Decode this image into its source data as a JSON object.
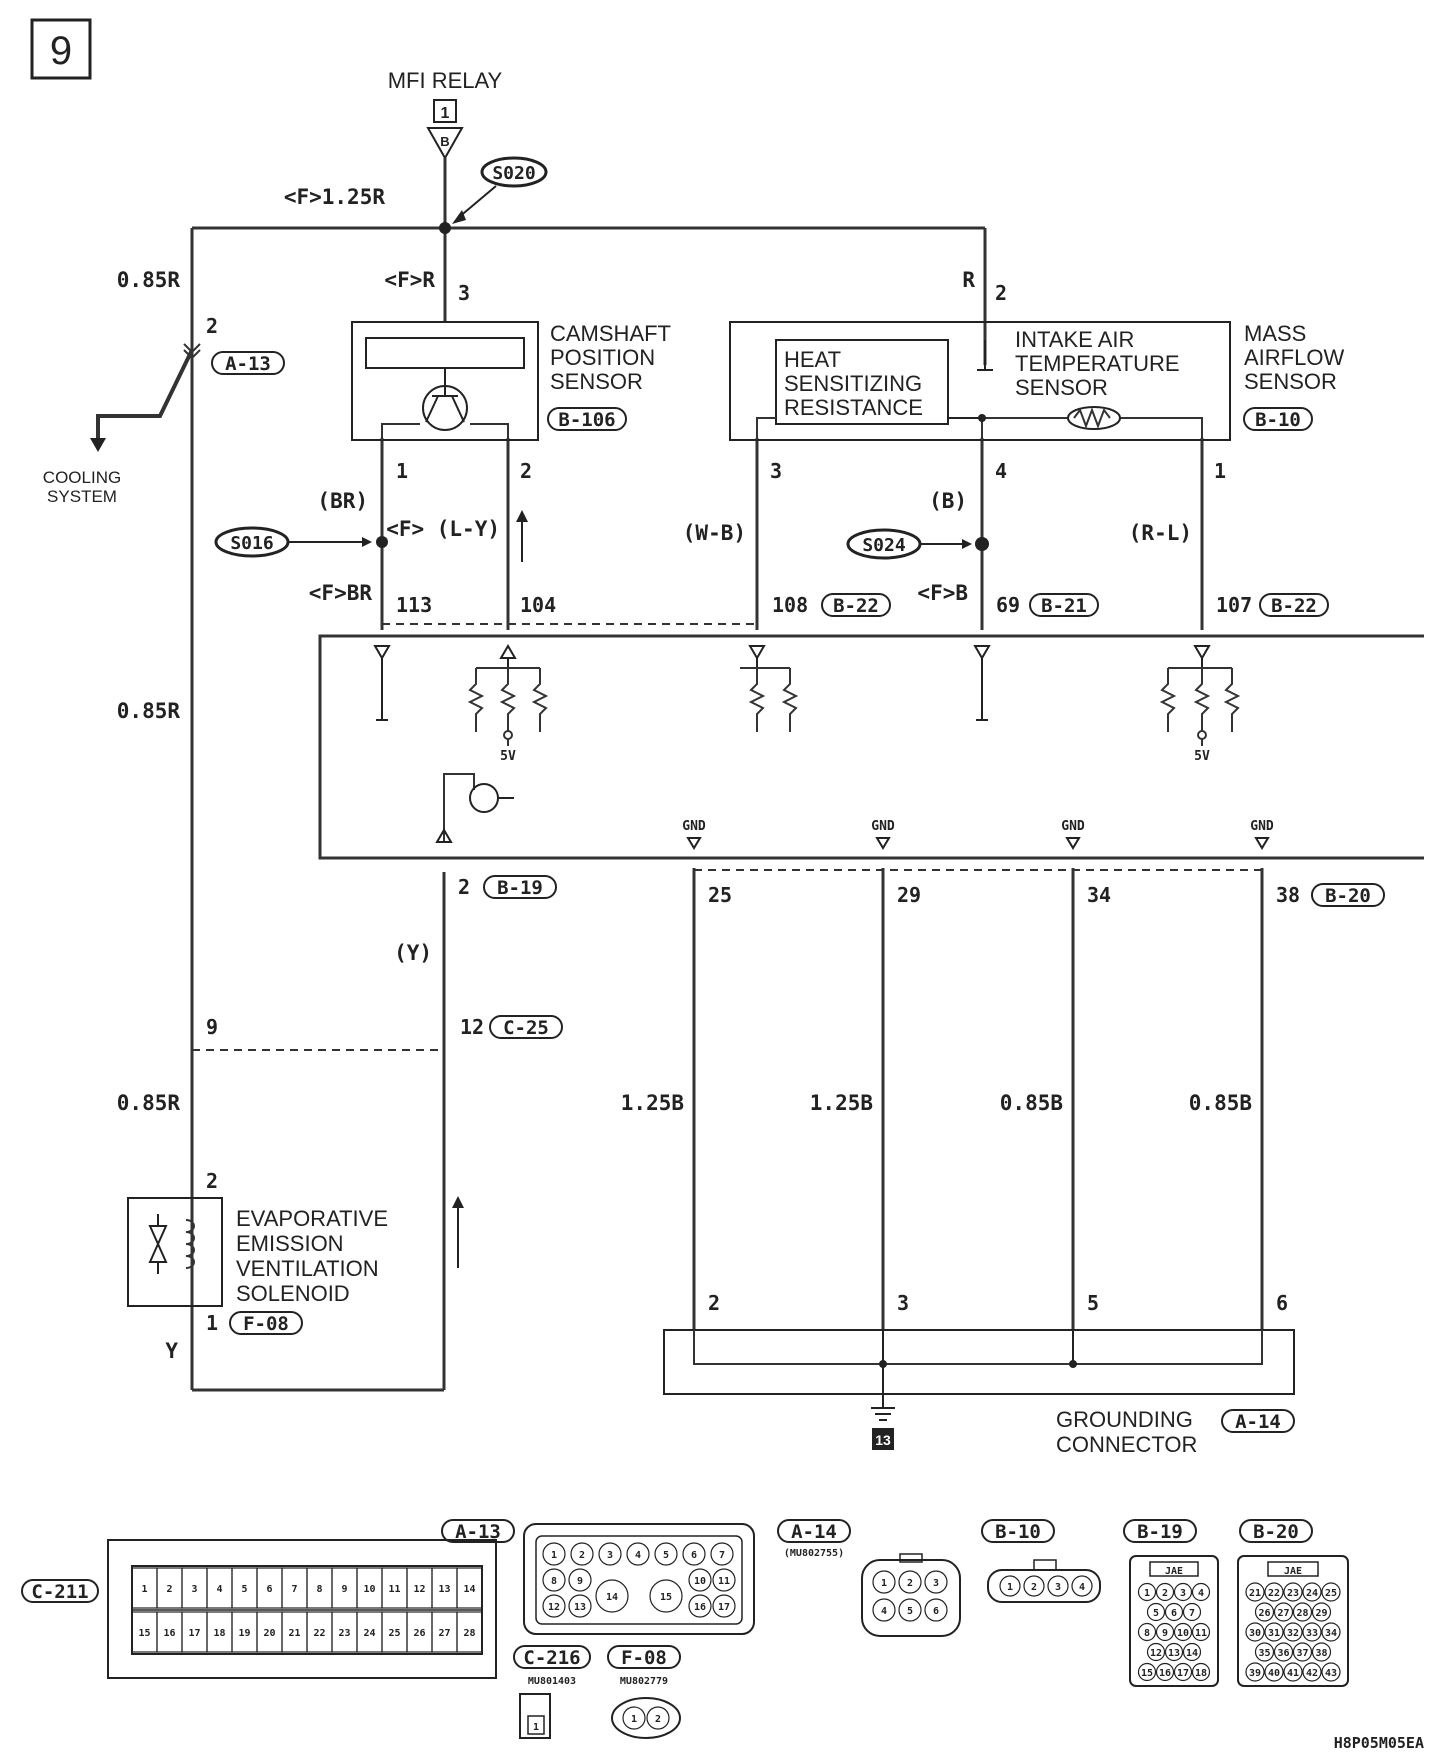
{
  "page_number": "9",
  "mfi_relay": {
    "label": "MFI RELAY",
    "ref": "1",
    "arrow": "B"
  },
  "splices": {
    "top": "S020",
    "cam": "S016",
    "maf": "S024"
  },
  "wires": {
    "relay": "<F>1.25R",
    "left_trunk": "0.85R",
    "cam_supply": "<F>R",
    "maf_supply": "R",
    "cam_gnd": "(BR)",
    "cam_gnd_f": "<F>BR",
    "cam_signal": "<F> (L-Y)",
    "maf_3": "(W-B)",
    "maf_4": "(B)",
    "maf_4_f": "<F>B",
    "maf_1": "(R-L)",
    "evap_signal": "(Y)",
    "gnd_1": "1.25B",
    "gnd_2": "1.25B",
    "gnd_3": "0.85B",
    "gnd_4": "0.85B",
    "evap_bottom": "Y"
  },
  "pins": {
    "cam_supply": "3",
    "maf_supply": "2",
    "a13": "2",
    "cam_1": "1",
    "cam_2": "2",
    "maf_3": "3",
    "maf_4": "4",
    "maf_1": "1",
    "ecm_113": "113",
    "ecm_104": "104",
    "ecm_108": "108",
    "ecm_69": "69",
    "ecm_107": "107",
    "ecm_2": "2",
    "ecm_25": "25",
    "ecm_29": "29",
    "ecm_34": "34",
    "ecm_38": "38",
    "c25_left": "9",
    "c25_right": "12",
    "evap_2": "2",
    "evap_1": "1",
    "gc_2": "2",
    "gc_3": "3",
    "gc_5": "5",
    "gc_6": "6"
  },
  "connector_refs": {
    "a13": "A-13",
    "b106": "B-106",
    "b10": "B-10",
    "b22a": "B-22",
    "b21": "B-21",
    "b22b": "B-22",
    "b19": "B-19",
    "b20": "B-20",
    "c25": "C-25",
    "f08": "F-08",
    "a14": "A-14"
  },
  "components": {
    "camshaft": [
      "CAMSHAFT",
      "POSITION",
      "SENSOR"
    ],
    "heat": [
      "HEAT",
      "SENSITIZING",
      "RESISTANCE"
    ],
    "intake": [
      "INTAKE AIR",
      "TEMPERATURE",
      "SENSOR"
    ],
    "maf": [
      "MASS",
      "AIRFLOW",
      "SENSOR"
    ],
    "cooling": [
      "COOLING",
      "SYSTEM"
    ],
    "evap": [
      "EVAPORATIVE",
      "EMISSION",
      "VENTILATION",
      "SOLENOID"
    ],
    "grounding": [
      "GROUNDING",
      "CONNECTOR"
    ],
    "ground_ref": "13"
  },
  "ecm": {
    "gnd": "GND",
    "five_v": "5V"
  },
  "bottom_connectors": {
    "c211": {
      "ref": "C-211",
      "row1": [
        "1",
        "2",
        "3",
        "4",
        "5",
        "6",
        "7",
        "8",
        "9",
        "10",
        "11",
        "12",
        "13",
        "14"
      ],
      "row2": [
        "15",
        "16",
        "17",
        "18",
        "19",
        "20",
        "21",
        "22",
        "23",
        "24",
        "25",
        "26",
        "27",
        "28"
      ]
    },
    "a13": {
      "ref": "A-13",
      "row1": [
        "1",
        "2",
        "3",
        "4",
        "5",
        "6",
        "7"
      ],
      "row2": [
        "8",
        "9",
        "14",
        "15",
        "10",
        "11"
      ],
      "row3": [
        "12",
        "13",
        "16",
        "17"
      ]
    },
    "c216": {
      "ref": "C-216",
      "part": "MU801403",
      "pin": "1"
    },
    "f08": {
      "ref": "F-08",
      "part": "MU802779",
      "pins": [
        "1",
        "2"
      ]
    },
    "a14": {
      "ref": "A-14",
      "part": "(MU802755)",
      "pins": [
        "1",
        "2",
        "3",
        "4",
        "5",
        "6"
      ]
    },
    "b10": {
      "ref": "B-10",
      "pins": [
        "1",
        "2",
        "3",
        "4"
      ]
    },
    "b19": {
      "ref": "B-19",
      "tag": "JAE",
      "rows": [
        [
          "1",
          "2",
          "3",
          "4"
        ],
        [
          "5",
          "6",
          "7"
        ],
        [
          "8",
          "9",
          "10",
          "11"
        ],
        [
          "12",
          "13",
          "14"
        ],
        [
          "15",
          "16",
          "17",
          "18"
        ]
      ]
    },
    "b20": {
      "ref": "B-20",
      "tag": "JAE",
      "rows": [
        [
          "21",
          "22",
          "23",
          "24",
          "25"
        ],
        [
          "26",
          "27",
          "28",
          "29"
        ],
        [
          "30",
          "31",
          "32",
          "33",
          "34"
        ],
        [
          "35",
          "36",
          "37",
          "38"
        ],
        [
          "39",
          "40",
          "41",
          "42",
          "43"
        ]
      ]
    }
  },
  "figure_code": "H8P05M05EA"
}
